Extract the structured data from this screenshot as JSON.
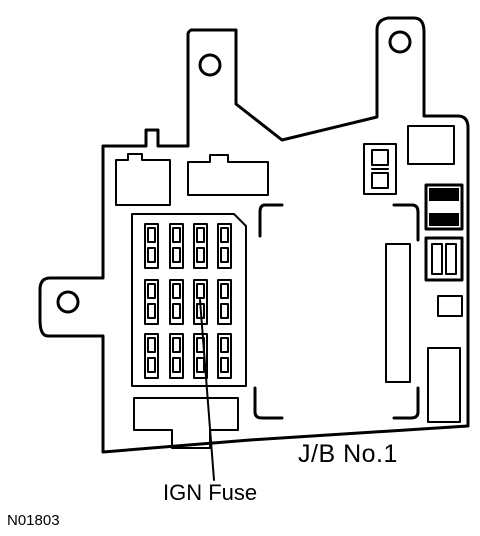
{
  "labels": {
    "junction_block": "J/B No.1",
    "fuse": "IGN Fuse",
    "figure_id": "N01803"
  },
  "colors": {
    "ink": "#000000",
    "paper": "#ffffff"
  }
}
